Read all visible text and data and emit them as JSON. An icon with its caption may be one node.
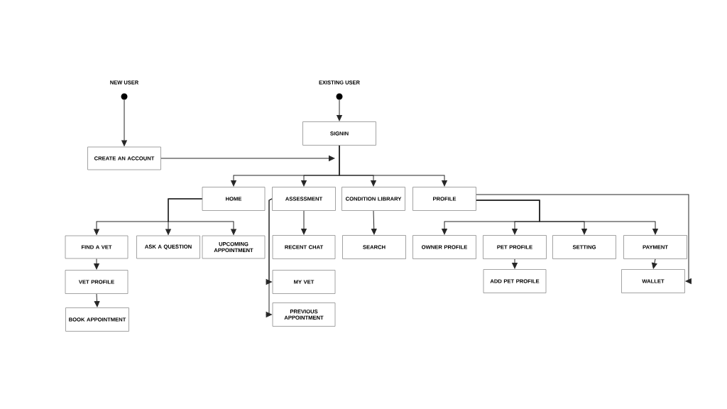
{
  "diagram": {
    "nodes": [
      {
        "text": [
          "NEW USER"
        ]
      },
      {
        "text": [
          "EXISTING USER"
        ]
      },
      {
        "text": [
          "CREATE AN ACCOUNT"
        ]
      },
      {
        "text": [
          "SIGNIN"
        ]
      },
      {
        "text": [
          "HOME"
        ]
      },
      {
        "text": [
          "ASSESSMENT"
        ]
      },
      {
        "text": [
          "CONDITION LIBRARY"
        ]
      },
      {
        "text": [
          "PROFILE"
        ]
      },
      {
        "text": [
          "FIND A VET"
        ]
      },
      {
        "text": [
          "ASK A QUESTION"
        ]
      },
      {
        "text": [
          "UPCOMING APPOINTMENT"
        ]
      },
      {
        "text": [
          "RECENT CHAT"
        ]
      },
      {
        "text": [
          "SEARCH"
        ]
      },
      {
        "text": [
          "OWNER PROFILE"
        ]
      },
      {
        "text": [
          "PET PROFILE"
        ]
      },
      {
        "text": [
          "SETTING"
        ]
      },
      {
        "text": [
          "PAYMENT"
        ]
      },
      {
        "text": [
          "VET PROFILE"
        ]
      },
      {
        "text": [
          "BOOK APPOINTMENT"
        ]
      },
      {
        "text": [
          "MY VET"
        ]
      },
      {
        "text": [
          "PREVIOUS APPOINTMENT"
        ]
      },
      {
        "text": [
          "ADD PET PROFILE"
        ]
      },
      {
        "text": [
          "WALLET"
        ]
      }
    ],
    "edges": [
      {
        "from": 0,
        "to": 2,
        "arrow": "to"
      },
      {
        "from": 1,
        "to": 3,
        "arrow": "to"
      },
      {
        "from": 2,
        "to": null,
        "arrow": "to"
      },
      {
        "from": 3,
        "to": 4,
        "arrow": "to"
      },
      {
        "from": 3,
        "to": 5,
        "arrow": "to"
      },
      {
        "from": 3,
        "to": 6,
        "arrow": "to"
      },
      {
        "from": 3,
        "to": 7,
        "arrow": "to"
      },
      {
        "from": 4,
        "to": 8,
        "arrow": "to"
      },
      {
        "from": 4,
        "to": 9,
        "arrow": "to"
      },
      {
        "from": 4,
        "to": 10,
        "arrow": "to"
      },
      {
        "from": 8,
        "to": 17,
        "arrow": "to"
      },
      {
        "from": 17,
        "to": 18,
        "arrow": "to"
      },
      {
        "from": 5,
        "to": 11,
        "arrow": "to"
      },
      {
        "from": 5,
        "to": 19,
        "arrow": "to"
      },
      {
        "from": 5,
        "to": 20,
        "arrow": "to"
      },
      {
        "from": 6,
        "to": 12,
        "arrow": "to"
      },
      {
        "from": 7,
        "to": 13,
        "arrow": "to"
      },
      {
        "from": 7,
        "to": 14,
        "arrow": "to"
      },
      {
        "from": 7,
        "to": 15,
        "arrow": "to"
      },
      {
        "from": 7,
        "to": 16,
        "arrow": "to"
      },
      {
        "from": 7,
        "to": 22,
        "arrow": "to"
      },
      {
        "from": 14,
        "to": 21,
        "arrow": "to"
      },
      {
        "from": 16,
        "to": 22,
        "arrow": "to"
      }
    ]
  }
}
